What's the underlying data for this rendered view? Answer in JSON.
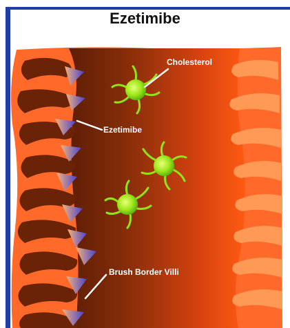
{
  "title": "Ezetimibe",
  "labels": {
    "cholesterol": "Cholesterol",
    "ezetimibe": "Ezetimibe",
    "brush_border_villi": "Brush Border Villi"
  },
  "colors": {
    "border": "#1f3ea6",
    "intestine_outer": "#ff6a2a",
    "lumen_dark": "#6e2508",
    "lumen_mid": "#b23c10",
    "lumen_light": "#ff5a10",
    "cholesterol_fill": "#8ee619",
    "ezetimibe_tip": "#5b4fd6",
    "ezetimibe_base": "#f5b07a"
  }
}
